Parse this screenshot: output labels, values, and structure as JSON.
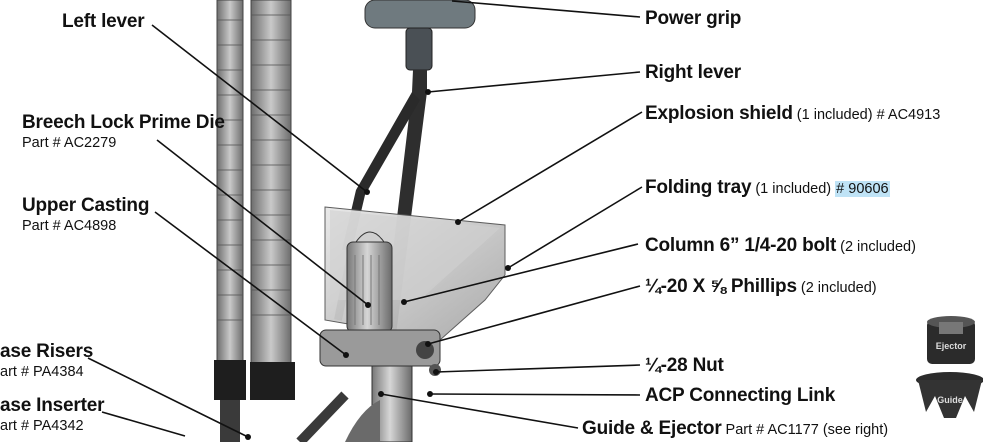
{
  "labels": {
    "left_lever": {
      "title": "Left lever"
    },
    "breech_lock": {
      "title": "Breech Lock Prime Die",
      "part": "Part # AC2279"
    },
    "upper_casting": {
      "title": "Upper Casting",
      "part": "Part # AC4898"
    },
    "case_risers": {
      "title": "ase Risers",
      "part": "art # PA4384"
    },
    "case_inserter": {
      "title": "ase Inserter",
      "part": "art # PA4342"
    },
    "power_grip": {
      "title": "Power grip"
    },
    "right_lever": {
      "title": "Right lever"
    },
    "explosion_shield": {
      "title": "Explosion shield",
      "note": " (1 included) # AC4913"
    },
    "folding_tray": {
      "title": "Folding tray",
      "note": " (1 included) ",
      "part": "# 90606"
    },
    "column_bolt": {
      "title": "Column 6” 1/4-20 bolt",
      "note": " (2 included)"
    },
    "phillips": {
      "title": "¼-20 X ⅝ Phillips",
      "note": "  (2 included)"
    },
    "nut": {
      "title": "¼-28 Nut"
    },
    "acp_link": {
      "title": "ACP Connecting Link"
    },
    "guide_ejector": {
      "title": "Guide & Ejector",
      "note": " Part # AC1177 (see right)"
    }
  },
  "inset": {
    "ejector_label": "Ejector",
    "guide_label": "Guide"
  },
  "colors": {
    "line": "#111111",
    "metal_dark": "#3a3a3a",
    "metal_mid": "#8a8a8a",
    "metal_light": "#c9c9c9",
    "highlight": "#bfe3f6"
  }
}
